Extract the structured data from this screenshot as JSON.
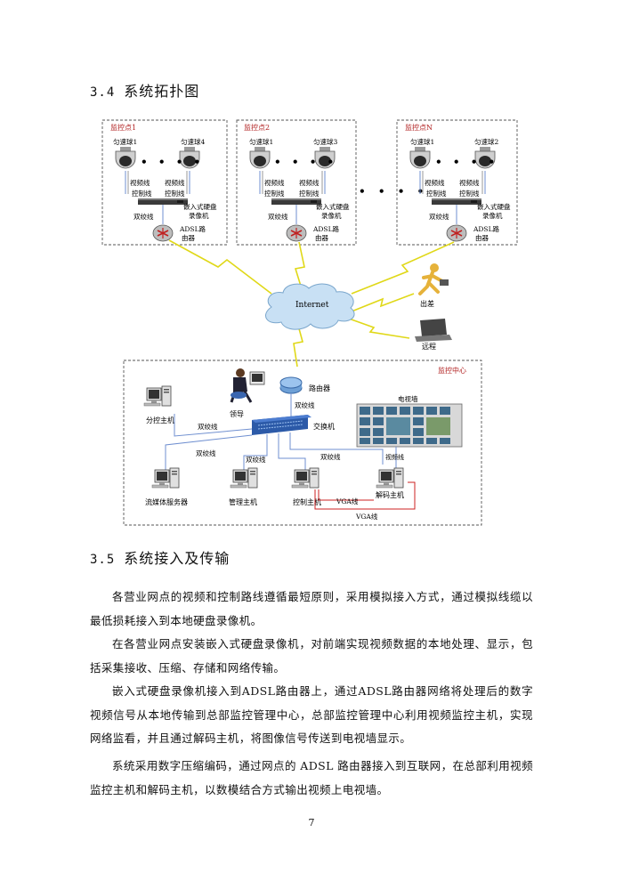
{
  "section_34": {
    "number": "3.4",
    "title": "系统拓扑图"
  },
  "diagram": {
    "sites": [
      {
        "title": "监控点1",
        "camera_a": "匀速球1",
        "camera_b": "匀速球4"
      },
      {
        "title": "监控点2",
        "camera_a": "匀速球1",
        "camera_b": "匀速球3"
      },
      {
        "title": "监控点N",
        "camera_a": "匀速球1",
        "camera_b": "匀速球2"
      }
    ],
    "video_line": "视频线",
    "control_line": "控制线",
    "dvr_label_1": "嵌入式硬盘",
    "dvr_label_2": "录像机",
    "twisted_pair": "双绞线",
    "adsl_label_1": "ADSL路",
    "adsl_label_2": "由器",
    "internet": "Internet",
    "travel": "出差",
    "remote": "远程",
    "center_title": "监控中心",
    "router": "路由器",
    "switch": "交换机",
    "leader": "领导",
    "sub_host": "分控主机",
    "video_wall": "电视墙",
    "decoder": "解码主机",
    "streaming_server": "流媒体服务器",
    "mgmt_host": "管理主机",
    "control_host": "控制主机",
    "vga": "VGA线"
  },
  "section_35": {
    "number": "3.5",
    "title": "系统接入及传输",
    "paragraphs": [
      "各营业网点的视频和控制路线遵循最短原则，采用模拟接入方式，通过模拟线缆以最低损耗接入到本地硬盘录像机。",
      "在各营业网点安装嵌入式硬盘录像机，对前端实现视频数据的本地处理、显示，包括采集接收、压缩、存储和网络传输。",
      "嵌入式硬盘录像机接入到ADSL路由器上，通过ADSL路由器网络将处理后的数字视频信号从本地传输到总部监控管理中心，总部监控管理中心利用视频监控主机，实现网络监看，并且通过解码主机，将图像信号传送到电视墙显示。",
      "系统采用数字压缩编码，通过网点的 ADSL 路由器接入到互联网，在总部利用视频监控主机和解码主机，以数模结合方式输出视频上电视墙。"
    ]
  },
  "page_number": "7",
  "colors": {
    "site_title": "#b22222",
    "lightning": "#e8e020",
    "cable": "#6f8fd0",
    "vga_cable": "#cc2222"
  }
}
